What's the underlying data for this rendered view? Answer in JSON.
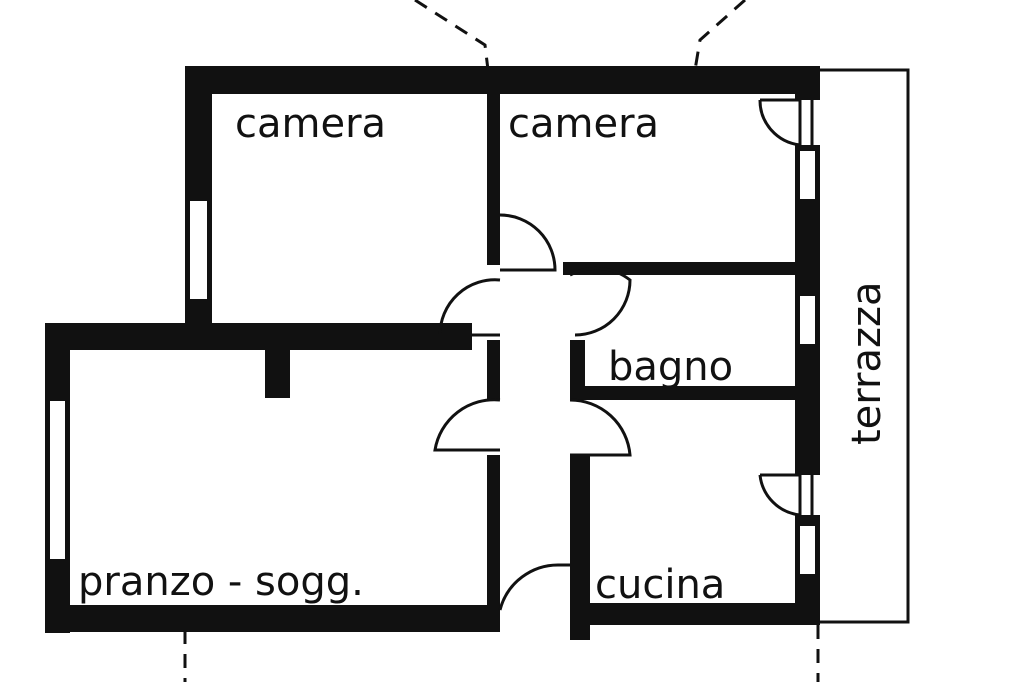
{
  "rooms": {
    "camera_1": "camera",
    "camera_2": "camera",
    "bagno": "bagno",
    "terrazza": "terrazza",
    "pranzo": "pranzo - sogg.",
    "cucina": "cucina"
  }
}
